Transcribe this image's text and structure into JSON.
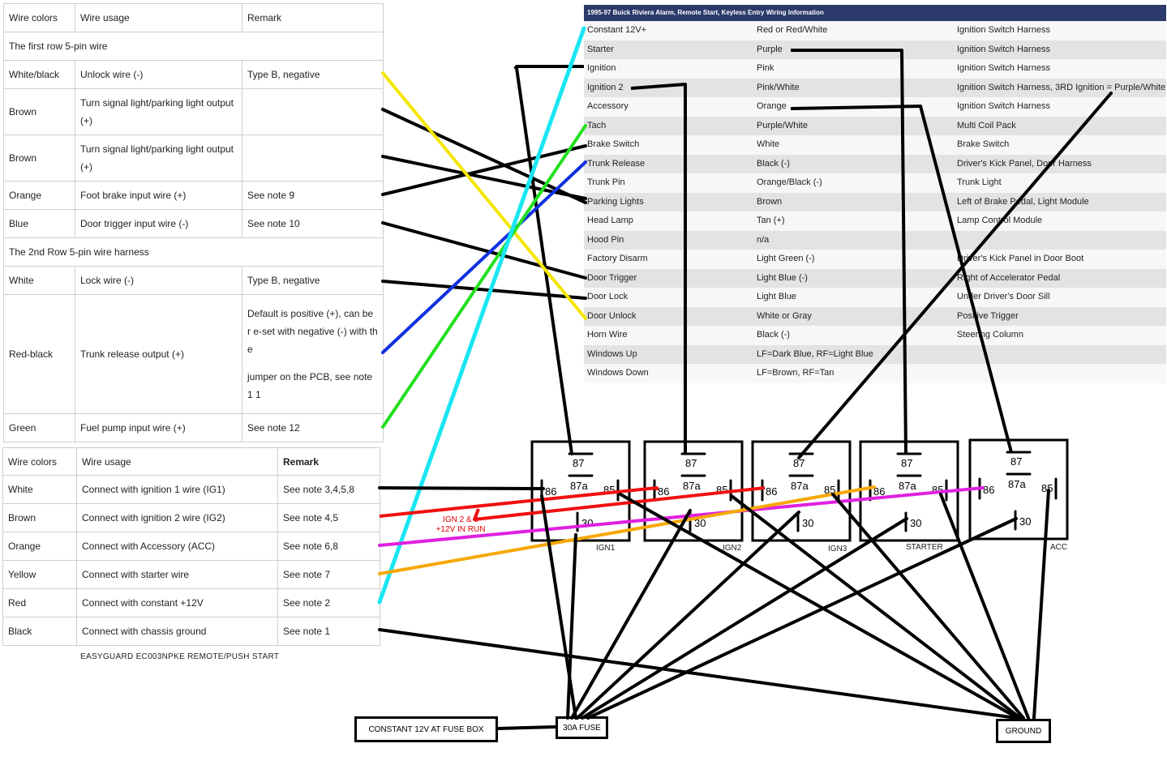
{
  "table1": {
    "header": [
      "Wire colors",
      "Wire usage",
      "Remark"
    ],
    "section1": "The first row 5-pin wire",
    "rows1": [
      [
        "White/black",
        "Unlock wire (-)",
        "Type B, negative"
      ],
      [
        "Brown",
        "Turn signal light/parking light output (+)",
        ""
      ],
      [
        "Brown",
        "Turn signal light/parking light output (+)",
        ""
      ],
      [
        "Orange",
        "Foot brake input wire (+)",
        "See note 9"
      ],
      [
        "Blue",
        "Door trigger input wire (-)",
        "See note 10"
      ]
    ],
    "section2": "The 2nd Row 5-pin wire harness",
    "rows2": [
      [
        "White",
        "Lock wire (-)",
        "Type B, negative"
      ]
    ],
    "redblack": {
      "color": "Red-black",
      "usage": "Trunk release output (+)",
      "remark_a": "Default is positive (+), can be r e-set with negative (-) with th e",
      "remark_b": "jumper on the PCB, see note 1 1"
    },
    "green": [
      "Green",
      "Fuel pump input wire (+)",
      "See note 12"
    ]
  },
  "table2": {
    "header": [
      "Wire colors",
      "Wire usage",
      "Remark"
    ],
    "rows": [
      [
        "White",
        "Connect with ignition 1 wire (IG1)",
        "See note 3,4,5,8"
      ],
      [
        "Brown",
        "Connect with ignition 2 wire (IG2)",
        "See note 4,5"
      ],
      [
        "Orange",
        "Connect with Accessory (ACC)",
        "See note 6,8"
      ],
      [
        "Yellow",
        "Connect with starter wire",
        "See note 7"
      ],
      [
        "Red",
        "Connect with constant +12V",
        "See note 2"
      ],
      [
        "Black",
        "Connect with chassis ground",
        "See note 1"
      ]
    ],
    "caption": "EASYGUARD EC003NPKE REMOTE/PUSH START"
  },
  "buick": {
    "title": "1995-97 Buick Riviera Alarm, Remote Start, Keyless Entry Wiring Information",
    "rows": [
      [
        "Constant 12V+",
        "Red or Red/White",
        "Ignition Switch Harness"
      ],
      [
        "Starter",
        "Purple",
        "Ignition Switch Harness"
      ],
      [
        "Ignition",
        "Pink",
        "Ignition Switch Harness"
      ],
      [
        "Ignition 2",
        "Pink/White",
        "Ignition Switch Harness, 3RD Ignition = Purple/White"
      ],
      [
        "Accessory",
        "Orange",
        "Ignition Switch Harness"
      ],
      [
        "Tach",
        "Purple/White",
        "Multi Coil Pack"
      ],
      [
        "Brake Switch",
        "White",
        "Brake Switch"
      ],
      [
        "Trunk Release",
        "Black (-)",
        "Driver's Kick Panel, Door Harness"
      ],
      [
        "Trunk Pin",
        "Orange/Black (-)",
        "Trunk Light"
      ],
      [
        "Parking Lights",
        "Brown",
        "Left of Brake Pedal, Light Module"
      ],
      [
        "Head Lamp",
        "Tan (+)",
        "Lamp Control Module"
      ],
      [
        "Hood Pin",
        "n/a",
        ""
      ],
      [
        "Factory Disarm",
        "Light Green (-)",
        "Driver's Kick Panel in Door Boot"
      ],
      [
        "Door Trigger",
        "Light Blue (-)",
        "Right of Accelerator Pedal"
      ],
      [
        "Door Lock",
        "Light Blue",
        "Under Driver's Door Sill"
      ],
      [
        "Door Unlock",
        "White or Gray",
        "Positive Trigger"
      ],
      [
        "Horn Wire",
        "Black (-)",
        "Steering Column"
      ],
      [
        "Windows Up",
        "LF=Dark Blue, RF=Light Blue",
        ""
      ],
      [
        "Windows Down",
        "LF=Brown, RF=Tan",
        ""
      ]
    ]
  },
  "relays": {
    "pins": [
      "87",
      "87a",
      "86",
      "85",
      "30"
    ],
    "names": [
      "IGN1",
      "IGN2",
      "IGN3",
      "STARTER",
      "ACC"
    ]
  },
  "labels": {
    "ign_note_1": "IGN 2 & 3",
    "ign_note_2": "+12V IN RUN",
    "constant": "CONSTANT 12V AT FUSE BOX",
    "fuse": "30A FUSE",
    "ground": "GROUND"
  },
  "colors": {
    "yellow": "#f5e600",
    "cyan": "#19e6f2",
    "green": "#22e01e",
    "blue": "#1030e0",
    "red": "#f01010",
    "magenta": "#e020e0",
    "orange": "#f6a800",
    "black": "#000000"
  }
}
